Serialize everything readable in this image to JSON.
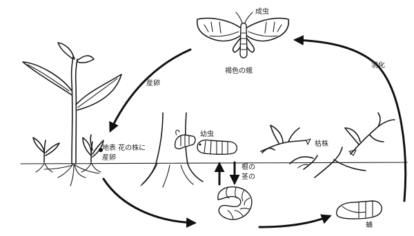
{
  "labels": {
    "adult_stage": "成虫",
    "moth_name": "褐色の蛾",
    "egg_laying": "産卵",
    "egg_laying_site_line1": "地表 花の株に",
    "egg_laying_site_line2": "産卵",
    "larva": "幼虫",
    "larva_crossing_line1": "根の",
    "larva_crossing_line2": "茎の",
    "plant_debris": "枯株",
    "pupa": "蛹",
    "emergence": "羽化"
  }
}
